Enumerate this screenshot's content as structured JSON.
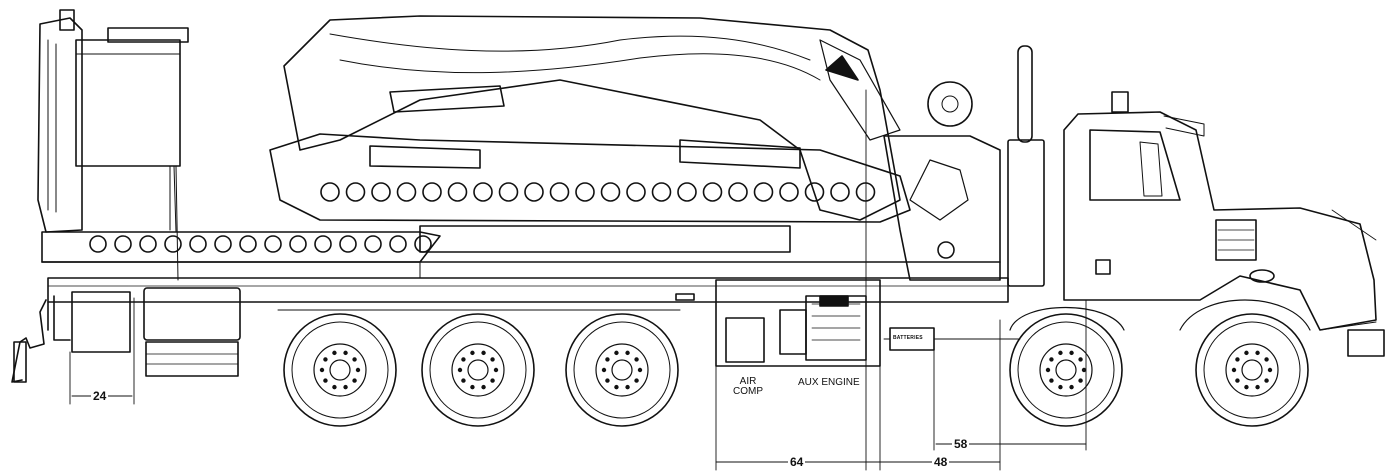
{
  "labels": {
    "air_comp_line1": "AIR",
    "air_comp_line2": "COMP",
    "aux_engine": "AUX ENGINE",
    "batteries": "BATTERIES"
  },
  "dimensions": {
    "rear_overhang": "24",
    "compartment_width": "64",
    "engine_to_axle": "48",
    "battery_to_axle": "58"
  },
  "colors": {
    "line": "#111111",
    "background": "#ffffff"
  }
}
